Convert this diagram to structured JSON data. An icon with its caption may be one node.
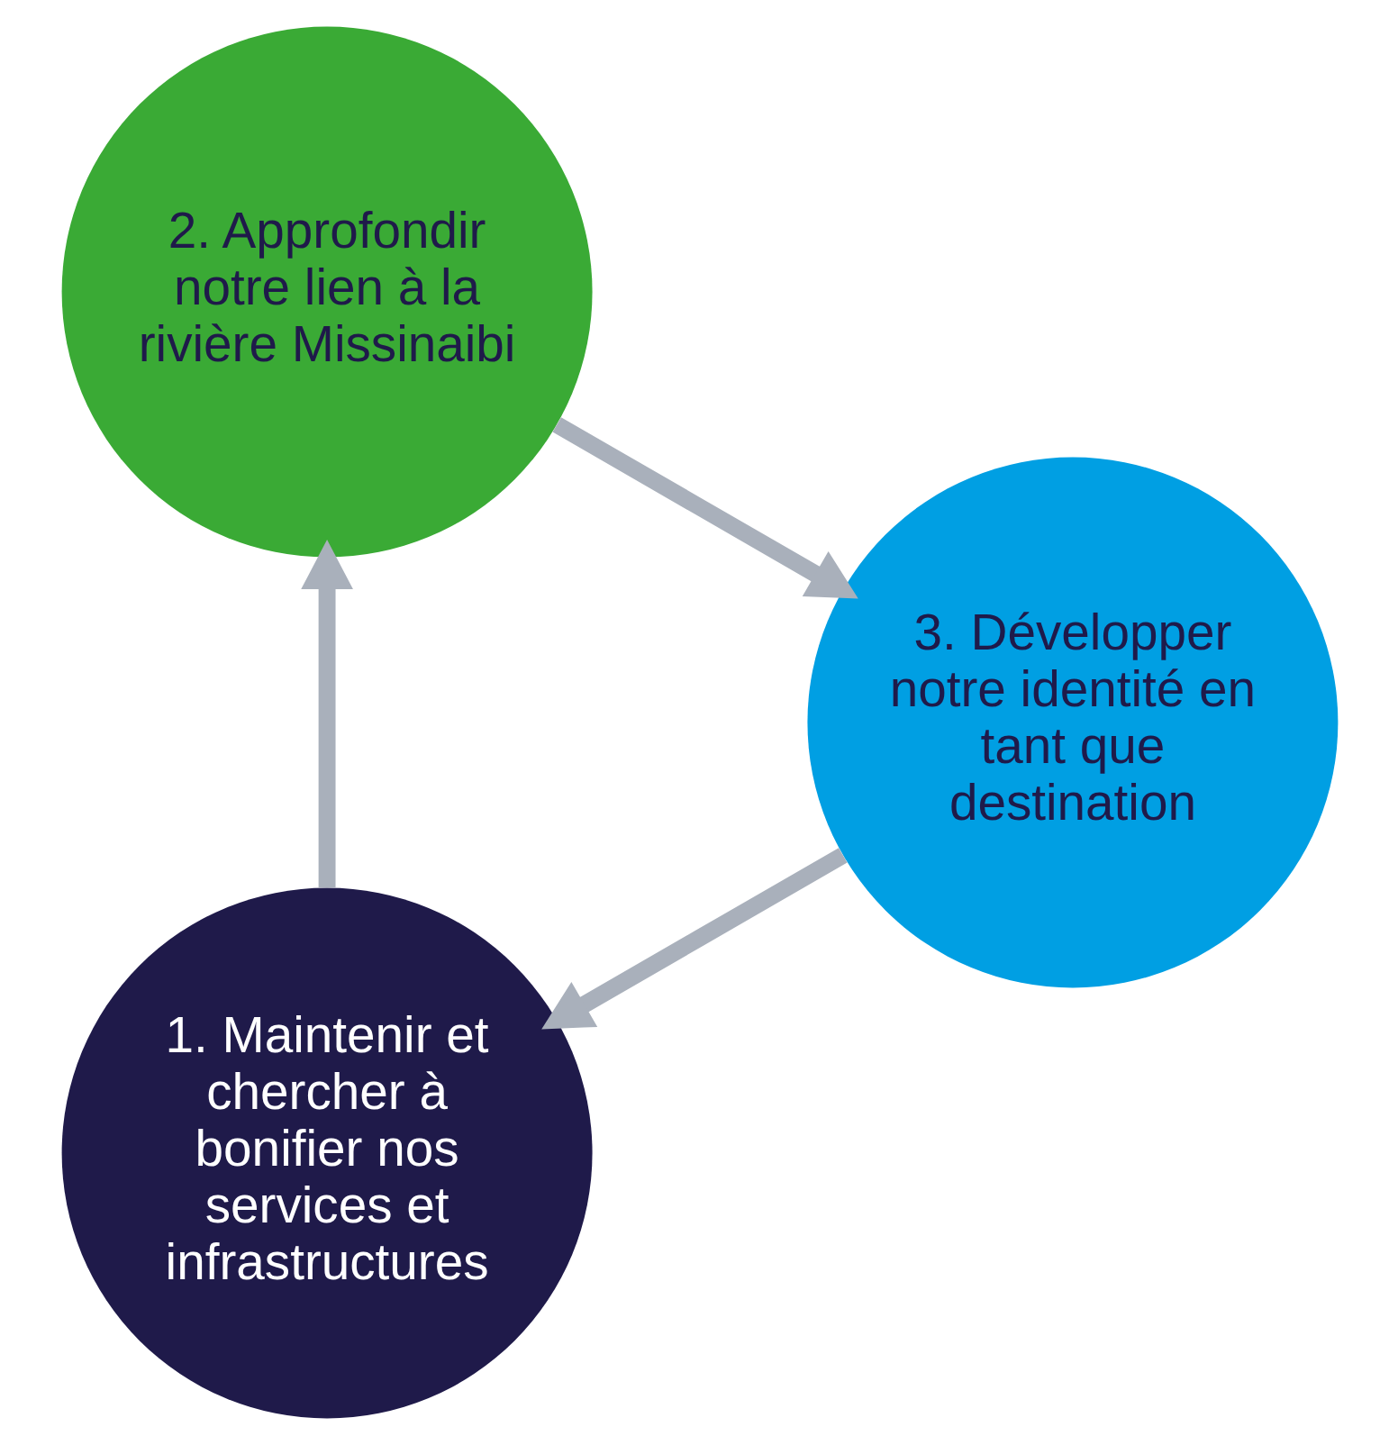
{
  "diagram": {
    "nodes": [
      {
        "text": [
          "1. Maintenir et chercher à bonifier nos services et infrastructures"
        ]
      },
      {
        "text": [
          "2. Approfondir notre lien à la rivière Missinaibi"
        ]
      },
      {
        "text": [
          "3. Développer notre identité en tant que destination"
        ]
      }
    ],
    "edges": [
      {
        "from": 0,
        "to": 1,
        "arrow": "to"
      },
      {
        "from": 1,
        "to": 2,
        "arrow": "to"
      },
      {
        "from": 2,
        "to": 0,
        "arrow": "to"
      }
    ]
  }
}
